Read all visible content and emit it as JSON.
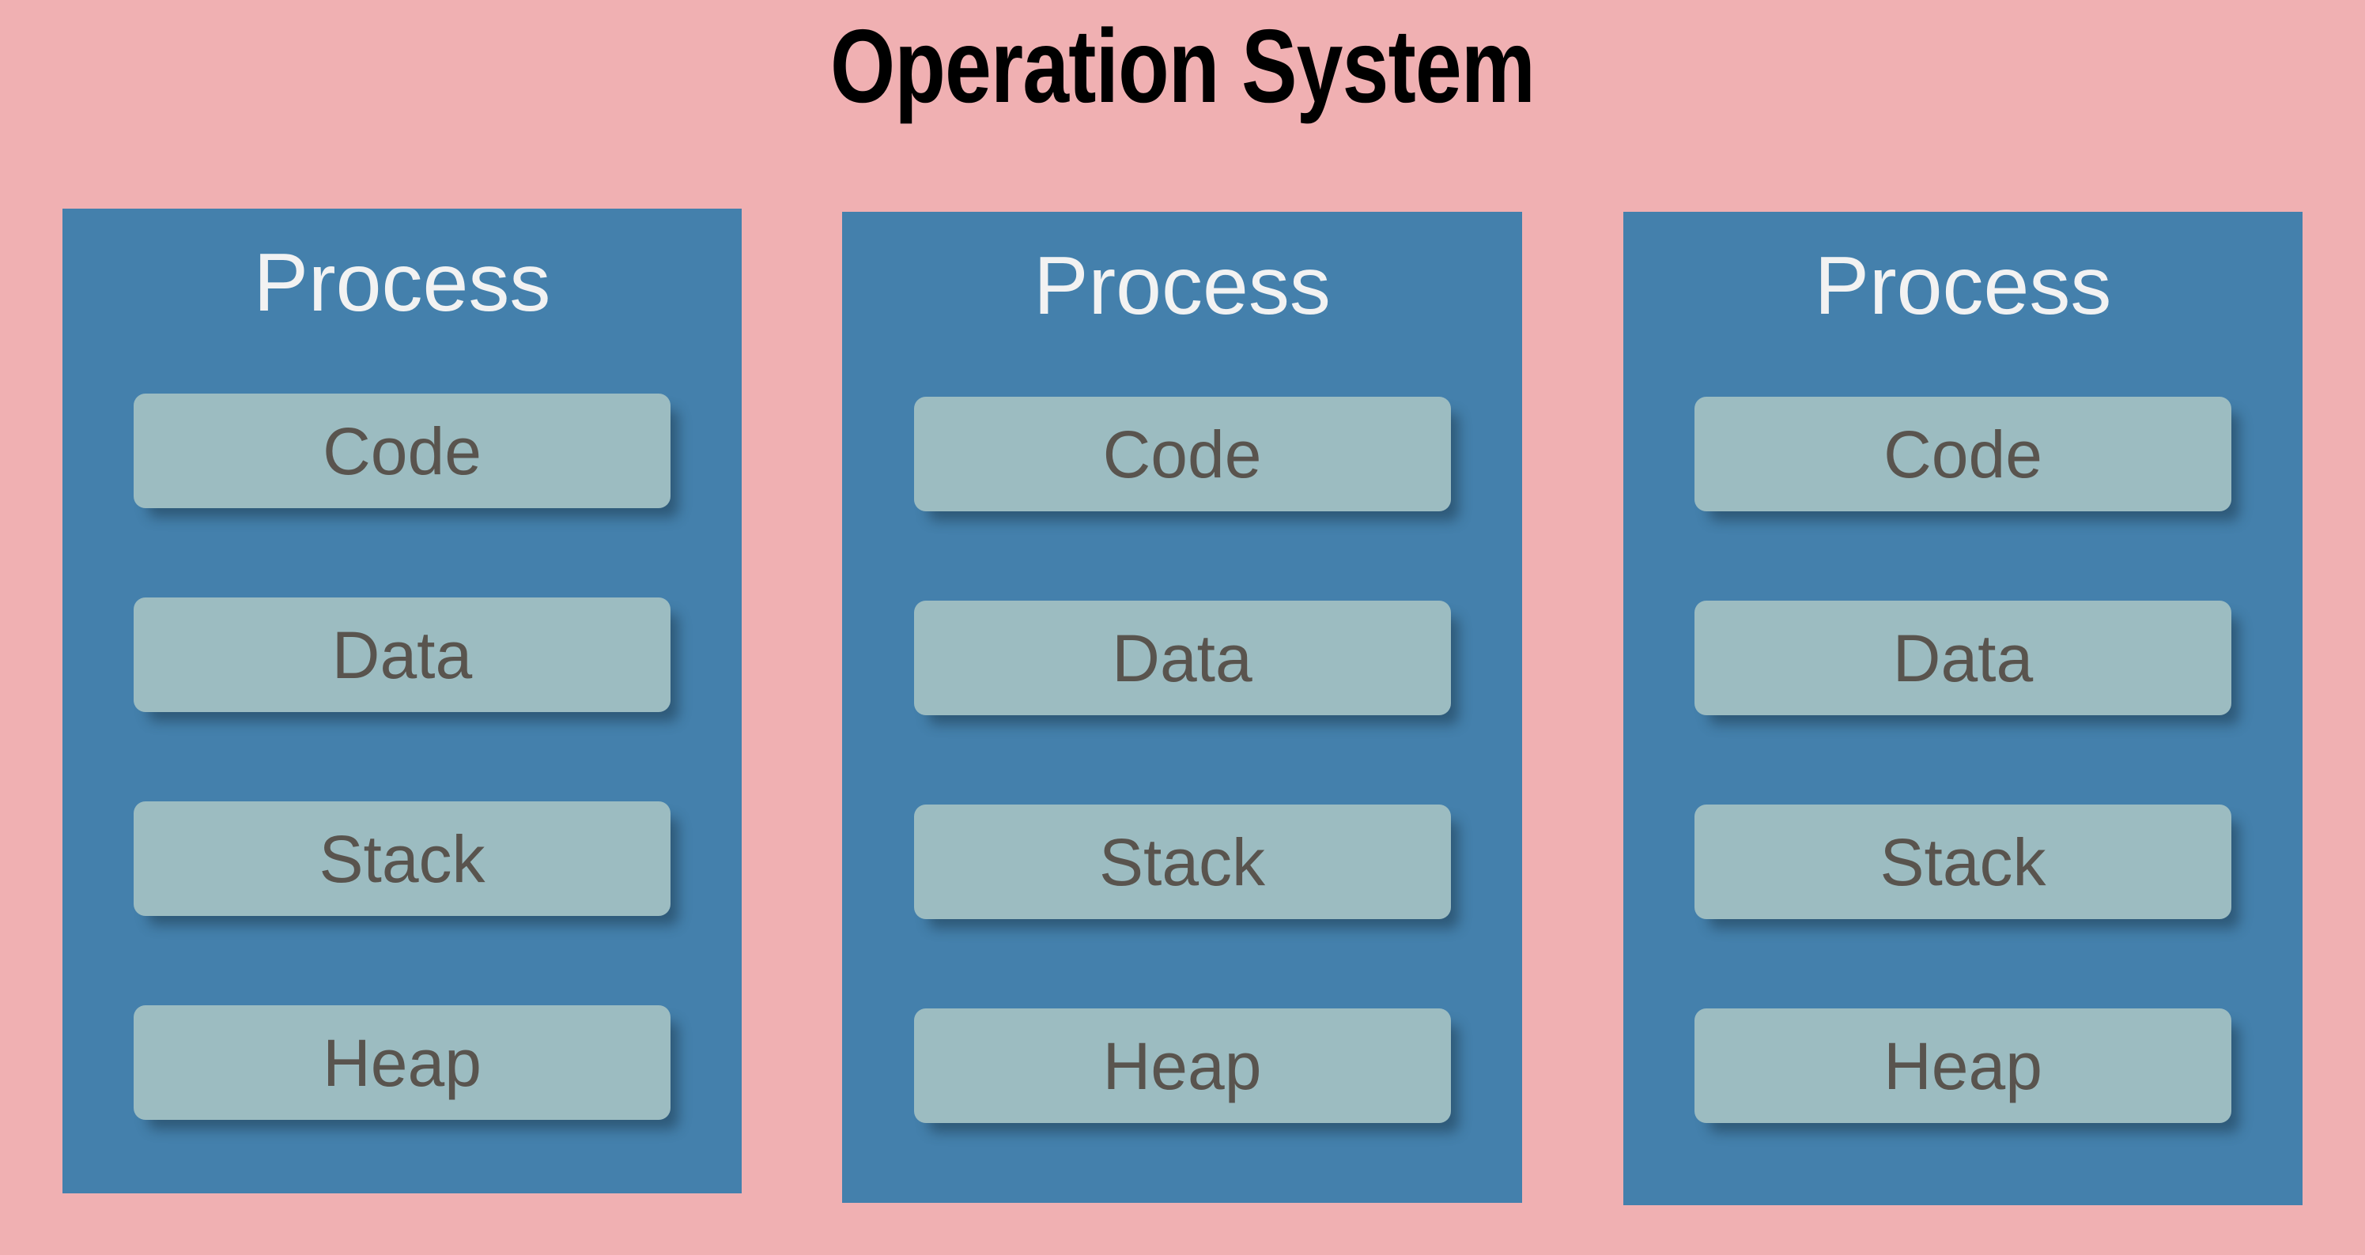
{
  "diagram": {
    "title": "Operation System",
    "background_color": "#f0b0b2",
    "process_color": "#4480ac",
    "segment_color": "#9cbcc1",
    "title_color": "#000000",
    "process_title_color": "#f2f2f2",
    "segment_text_color": "#59544e",
    "processes": [
      {
        "title": "Process",
        "segments": [
          {
            "label": "Code"
          },
          {
            "label": "Data"
          },
          {
            "label": "Stack"
          },
          {
            "label": "Heap"
          }
        ]
      },
      {
        "title": "Process",
        "segments": [
          {
            "label": "Code"
          },
          {
            "label": "Data"
          },
          {
            "label": "Stack"
          },
          {
            "label": "Heap"
          }
        ]
      },
      {
        "title": "Process",
        "segments": [
          {
            "label": "Code"
          },
          {
            "label": "Data"
          },
          {
            "label": "Stack"
          },
          {
            "label": "Heap"
          }
        ]
      }
    ]
  }
}
